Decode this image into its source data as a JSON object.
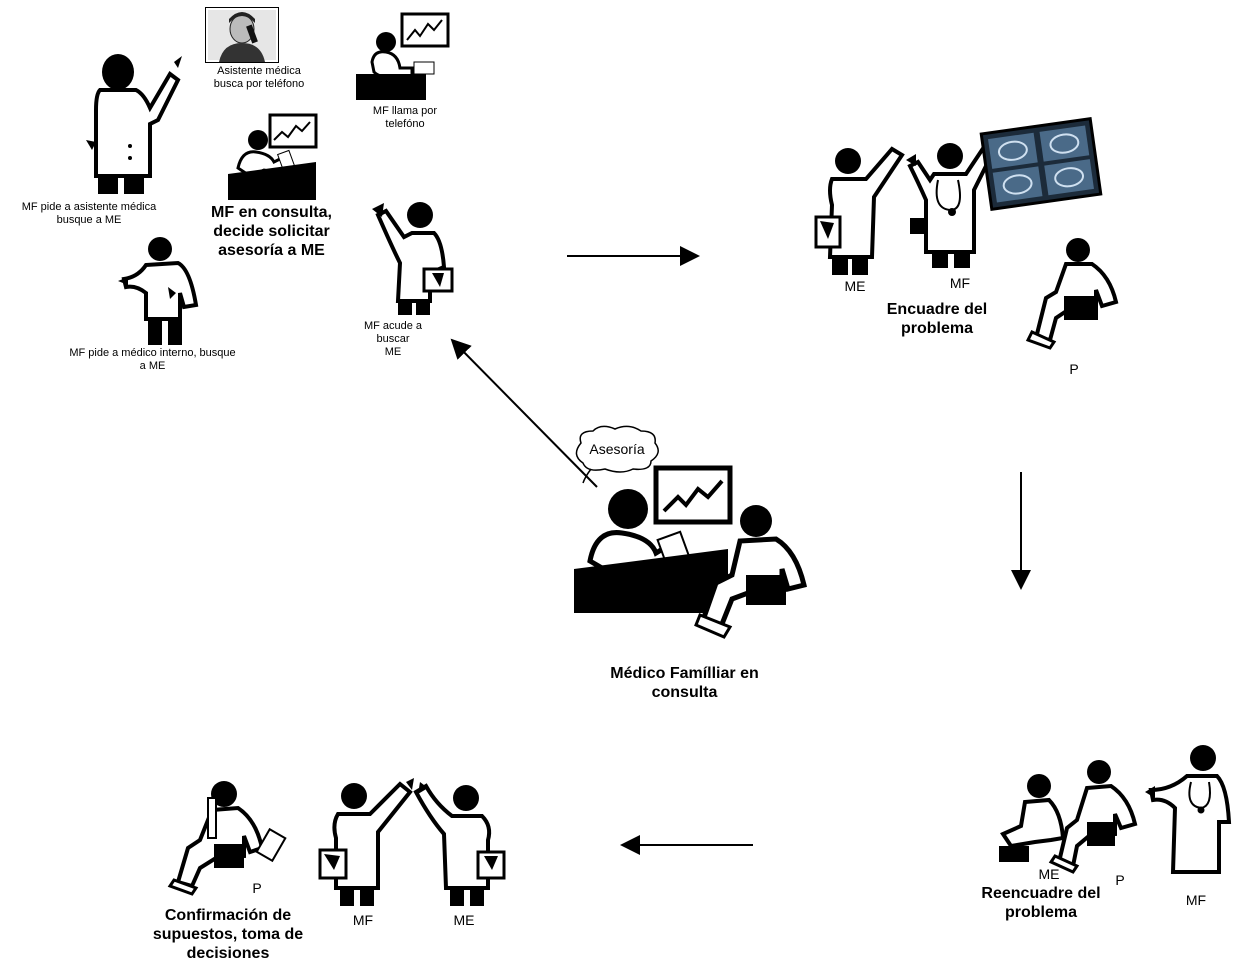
{
  "labels": {
    "asistente_busca": "Asistente médica\nbusca por teléfono",
    "mf_llama": "MF llama por\ntelefóno",
    "mf_pide_asistente": "MF pide a asistente médica\nbusque a ME",
    "mf_en_consulta": "MF en consulta,\ndecide solicitar\nasesoría a ME",
    "mf_pide_interno": "MF pide a médico interno, busque\na ME",
    "mf_acude": "MF acude a\nbuscar\nME",
    "asesoria_bubble": "Asesoría",
    "medico_familiar": "Médico Famílliar en\nconsulta",
    "encuadre_me": "ME",
    "encuadre_mf": "MF",
    "encuadre_title": "Encuadre del\nproblema",
    "encuadre_p": "P",
    "reencuadre_me": "ME",
    "reencuadre_p": "P",
    "reencuadre_mf": "MF",
    "reencuadre_title": "Reencuadre del\nproblema",
    "confirm_p": "P",
    "confirm_mf": "MF",
    "confirm_me": "ME",
    "confirm_title": "Confirmación de\nsupuestos,  toma de\ndecisiones"
  },
  "icons": [
    "doctor-pointing-icon",
    "doctor-sitting-desk-icon",
    "doctor-phone-icon",
    "assistant-photo-icon",
    "doctor-walking-icon",
    "intern-doctor-icon",
    "xray-viewer-icon",
    "patient-sitting-icon",
    "doctor-greeting-icon",
    "consultation-scene-icon"
  ],
  "colors": {
    "ink": "#000000",
    "xray": "#4a6a88"
  }
}
